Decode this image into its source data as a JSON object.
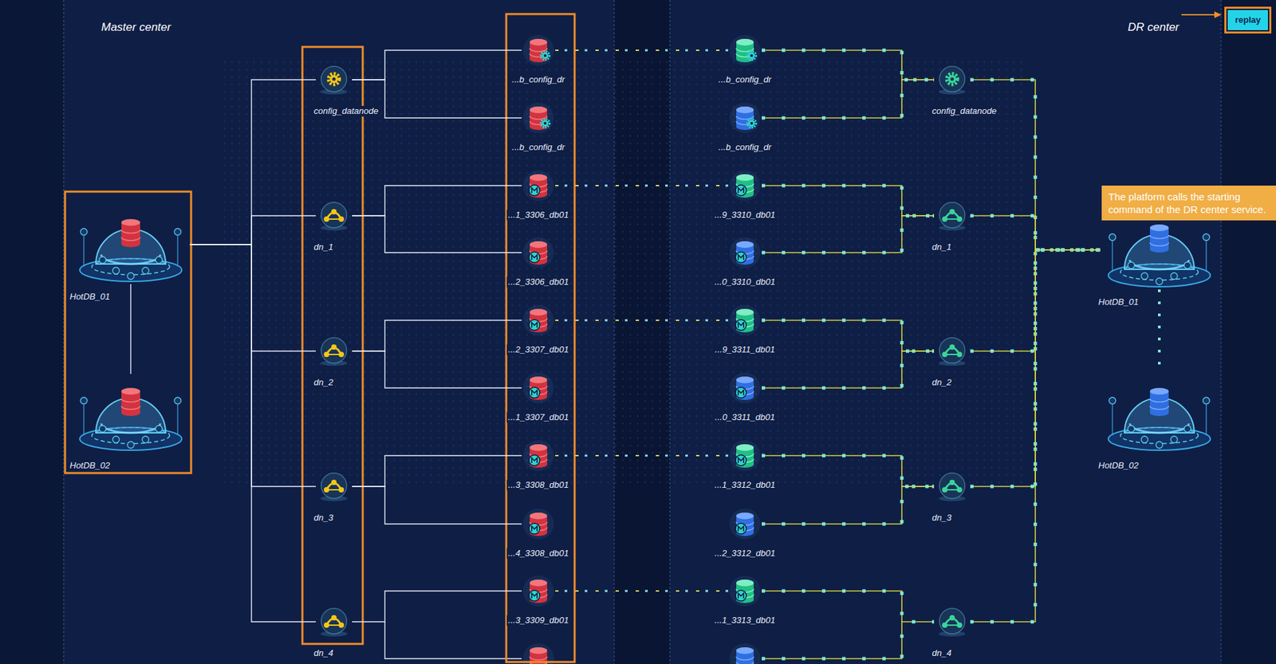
{
  "diagram": {
    "nodes": [
      {
        "text": [
          "Master center"
        ]
      },
      {
        "text": [
          "HotDB_01"
        ],
        "in": 0
      },
      {
        "text": [
          "HotDB_02"
        ],
        "in": 0
      },
      {
        "text": [
          "config_datanode"
        ],
        "in": 0
      },
      {
        "text": [
          "dn_1"
        ],
        "in": 0
      },
      {
        "text": [
          "dn_2"
        ],
        "in": 0
      },
      {
        "text": [
          "dn_3"
        ],
        "in": 0
      },
      {
        "text": [
          "dn_4"
        ],
        "in": 0
      },
      {
        "text": [
          "...b_config_dr"
        ],
        "in": 0
      },
      {
        "text": [
          "...b_config_dr"
        ],
        "in": 0
      },
      {
        "text": [
          "...1_3306_db01"
        ],
        "in": 0
      },
      {
        "text": [
          "...2_3306_db01"
        ],
        "in": 0
      },
      {
        "text": [
          "...2_3307_db01"
        ],
        "in": 0
      },
      {
        "text": [
          "...1_3307_db01"
        ],
        "in": 0
      },
      {
        "text": [
          "...3_3308_db01"
        ],
        "in": 0
      },
      {
        "text": [
          "...4_3308_db01"
        ],
        "in": 0
      },
      {
        "text": [
          "...3_3309_db01"
        ],
        "in": 0
      },
      {
        "text": [
          "DR center"
        ]
      },
      {
        "text": [
          "...b_config_dr"
        ],
        "in": 17
      },
      {
        "text": [
          "...b_config_dr"
        ],
        "in": 17
      },
      {
        "text": [
          "...9_3310_db01"
        ],
        "in": 17
      },
      {
        "text": [
          "...0_3310_db01"
        ],
        "in": 17
      },
      {
        "text": [
          "...9_3311_db01"
        ],
        "in": 17
      },
      {
        "text": [
          "...0_3311_db01"
        ],
        "in": 17
      },
      {
        "text": [
          "...1_3312_db01"
        ],
        "in": 17
      },
      {
        "text": [
          "...2_3312_db01"
        ],
        "in": 17
      },
      {
        "text": [
          "...1_3313_db01"
        ],
        "in": 17
      },
      {
        "text": [
          "config_datanode"
        ],
        "in": 17
      },
      {
        "text": [
          "dn_1"
        ],
        "in": 17
      },
      {
        "text": [
          "dn_2"
        ],
        "in": 17
      },
      {
        "text": [
          "dn_3"
        ],
        "in": 17
      },
      {
        "text": [
          "dn_4"
        ],
        "in": 17
      },
      {
        "text": [
          "HotDB_01"
        ],
        "in": 17
      },
      {
        "text": [
          "HotDB_02"
        ],
        "in": 17
      },
      {
        "text": [
          "replay"
        ]
      },
      {
        "text": [
          "The platform calls the starting command of the DR center service."
        ]
      }
    ],
    "edges": [
      {
        "from": 1,
        "to": 2,
        "arrow": "none"
      },
      {
        "from": 1,
        "to": 3,
        "arrow": "none"
      },
      {
        "from": 1,
        "to": 4,
        "arrow": "none"
      },
      {
        "from": 1,
        "to": 5,
        "arrow": "none"
      },
      {
        "from": 1,
        "to": 6,
        "arrow": "none"
      },
      {
        "from": 1,
        "to": 7,
        "arrow": "none"
      },
      {
        "from": 3,
        "to": 8,
        "arrow": "none"
      },
      {
        "from": 3,
        "to": 9,
        "arrow": "none"
      },
      {
        "from": 4,
        "to": 10,
        "arrow": "none"
      },
      {
        "from": 4,
        "to": 11,
        "arrow": "none"
      },
      {
        "from": 5,
        "to": 12,
        "arrow": "none"
      },
      {
        "from": 5,
        "to": 13,
        "arrow": "none"
      },
      {
        "from": 6,
        "to": 14,
        "arrow": "none"
      },
      {
        "from": 6,
        "to": 15,
        "arrow": "none"
      },
      {
        "from": 7,
        "to": 16,
        "arrow": "none"
      },
      {
        "from": 8,
        "to": 18,
        "arrow": "none"
      },
      {
        "from": 10,
        "to": 20,
        "arrow": "none"
      },
      {
        "from": 12,
        "to": 22,
        "arrow": "none"
      },
      {
        "from": 14,
        "to": 24,
        "arrow": "none"
      },
      {
        "from": 16,
        "to": 26,
        "arrow": "none"
      },
      {
        "from": 18,
        "to": 27,
        "arrow": "none"
      },
      {
        "from": 19,
        "to": 27,
        "arrow": "none"
      },
      {
        "from": 20,
        "to": 28,
        "arrow": "none"
      },
      {
        "from": 21,
        "to": 28,
        "arrow": "none"
      },
      {
        "from": 22,
        "to": 29,
        "arrow": "none"
      },
      {
        "from": 23,
        "to": 29,
        "arrow": "none"
      },
      {
        "from": 24,
        "to": 30,
        "arrow": "none"
      },
      {
        "from": 25,
        "to": 30,
        "arrow": "none"
      },
      {
        "from": 26,
        "to": 31,
        "arrow": "none"
      },
      {
        "from": 27,
        "to": 32,
        "arrow": "none"
      },
      {
        "from": 28,
        "to": 32,
        "arrow": "none"
      },
      {
        "from": 29,
        "to": 32,
        "arrow": "none"
      },
      {
        "from": 30,
        "to": 32,
        "arrow": "none"
      },
      {
        "from": 31,
        "to": 32,
        "arrow": "none"
      },
      {
        "from": 32,
        "to": 33,
        "arrow": "none"
      }
    ]
  }
}
